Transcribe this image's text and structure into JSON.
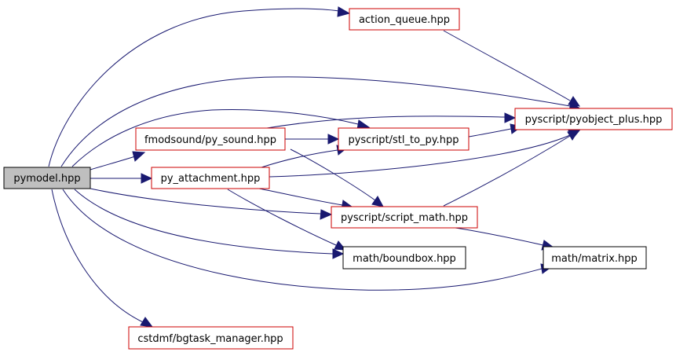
{
  "graph": {
    "root_fill": "#bfbfbf",
    "normal_stroke": "#000000",
    "link_stroke": "#cc0000",
    "edge_color": "#191970"
  },
  "nodes": {
    "pymodel": "pymodel.hpp",
    "action_queue": "action_queue.hpp",
    "pyobject_plus": "pyscript/pyobject_plus.hpp",
    "fmodsound": "fmodsound/py_sound.hpp",
    "stl_to_py": "pyscript/stl_to_py.hpp",
    "py_attachment": "py_attachment.hpp",
    "script_math": "pyscript/script_math.hpp",
    "boundbox": "math/boundbox.hpp",
    "matrix": "math/matrix.hpp",
    "bgtask": "cstdmf/bgtask_manager.hpp"
  }
}
